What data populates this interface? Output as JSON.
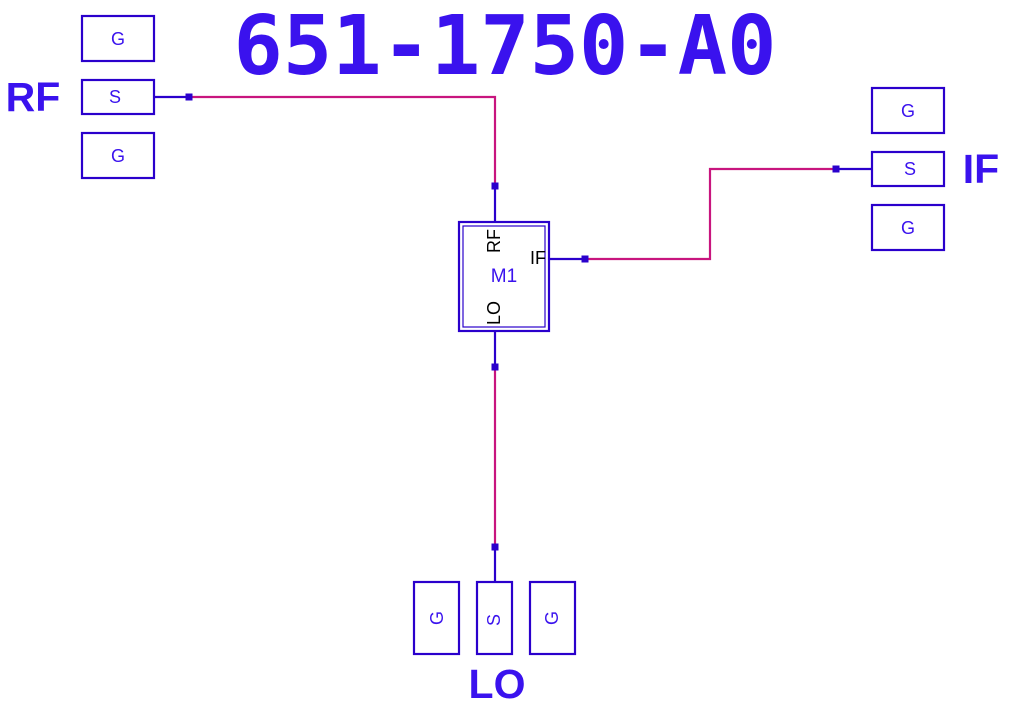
{
  "title": "651-1750-A0",
  "colors": {
    "outline": "#2a00cc",
    "label": "#3a12ee",
    "wire": "#c8157e",
    "pin_text": "#000000",
    "background": "#ffffff"
  },
  "ports": {
    "rf": {
      "name": "RF",
      "pads": [
        "G",
        "S",
        "G"
      ]
    },
    "if": {
      "name": "IF",
      "pads": [
        "G",
        "S",
        "G"
      ]
    },
    "lo": {
      "name": "LO",
      "pads": [
        "G",
        "S",
        "G"
      ]
    }
  },
  "mixer": {
    "ref": "M1",
    "pins": {
      "rf": "RF",
      "if": "IF",
      "lo": "LO"
    }
  }
}
